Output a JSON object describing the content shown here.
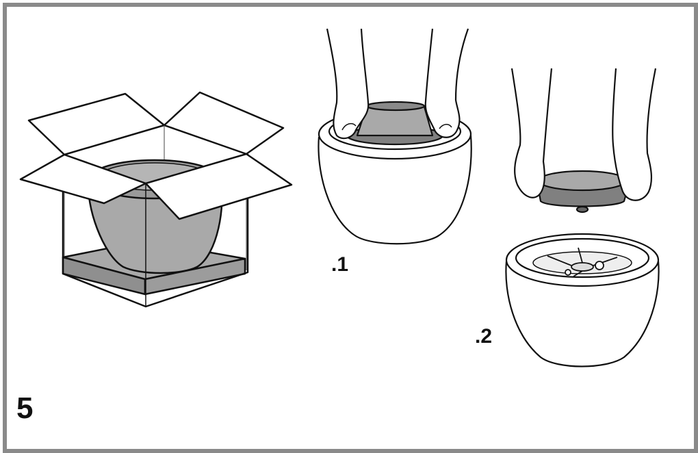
{
  "step_number": "5",
  "sub_steps": {
    "first": ".1",
    "second": ".2"
  },
  "icons": [
    "open-box-with-pot-icon",
    "hands-lifting-insert-icon",
    "empty-pot-icon"
  ],
  "colors": {
    "frame": "#8a8a8a",
    "ink": "#111111",
    "shade": "#a9a9a9",
    "shade_dark": "#808080",
    "paper": "#ffffff"
  }
}
